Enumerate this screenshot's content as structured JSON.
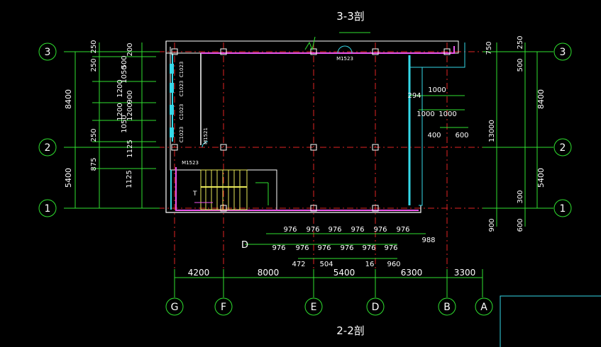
{
  "titles": {
    "top": "3-3剖",
    "bottom": "2-2剖"
  },
  "grid_rows": [
    {
      "id": "3",
      "label": "3"
    },
    {
      "id": "2",
      "label": "2"
    },
    {
      "id": "1",
      "label": "1"
    }
  ],
  "grid_cols": [
    {
      "id": "G",
      "label": "G"
    },
    {
      "id": "F",
      "label": "F"
    },
    {
      "id": "E",
      "label": "E"
    },
    {
      "id": "D",
      "label": "D"
    },
    {
      "id": "B",
      "label": "B"
    },
    {
      "id": "A",
      "label": "A"
    }
  ],
  "bottom_spans": [
    "4200",
    "8000",
    "5400",
    "6300",
    "3300"
  ],
  "left_overall": [
    "8400",
    "5400"
  ],
  "left_outer": [
    "250",
    "250",
    "250",
    "875",
    "1125"
  ],
  "left_inner": [
    "200",
    "500",
    "1050",
    "1200",
    "1200",
    "900",
    "1200",
    "1050",
    "1125"
  ],
  "right_overall": [
    "8400",
    "5400"
  ],
  "right_misc": [
    "250",
    "750",
    "500",
    "13000",
    "300",
    "900",
    "600"
  ],
  "right_inner": [
    "1000",
    "294",
    "1000",
    "1000",
    "400",
    "600"
  ],
  "window_tags": [
    "C1023",
    "C1023",
    "C1023",
    "C1023"
  ],
  "door_tags": [
    "M1523",
    "M1521",
    "M1523"
  ],
  "stair_label": "T",
  "detail_label": "D",
  "row_dims_1": [
    "976",
    "976",
    "976",
    "976",
    "976",
    "976"
  ],
  "row_dims_1_extra": "988",
  "row_dims_2": [
    "976",
    "976",
    "976",
    "976",
    "976",
    "976"
  ],
  "row_dims_3": [
    "472",
    "504",
    "16",
    "960"
  ]
}
